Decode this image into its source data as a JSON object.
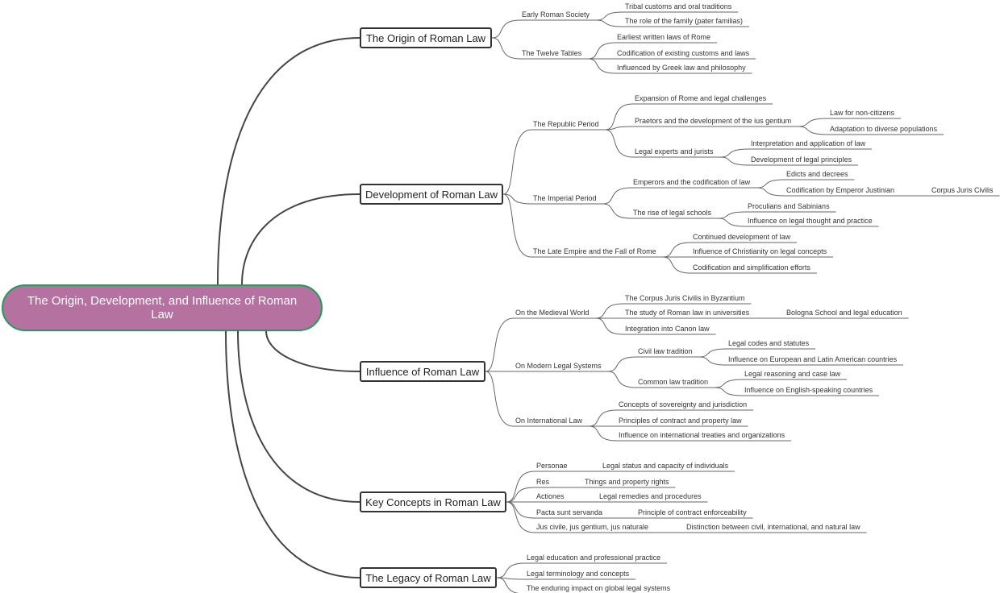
{
  "root": {
    "label": "The Origin, Development, and Influence of Roman Law"
  },
  "main": [
    {
      "label": "The Origin of Roman Law"
    },
    {
      "label": "Development of Roman Law"
    },
    {
      "label": "Influence of Roman Law"
    },
    {
      "label": "Key Concepts in Roman Law"
    },
    {
      "label": "The Legacy of Roman Law"
    }
  ],
  "origin": {
    "early": {
      "label": "Early Roman Society",
      "items": [
        "Tribal customs and oral traditions",
        "The role of the family (pater familias)"
      ]
    },
    "tables": {
      "label": "The Twelve Tables",
      "items": [
        "Earliest written laws of Rome",
        "Codification of existing customs and laws",
        "Influenced by Greek law and philosophy"
      ]
    }
  },
  "development": {
    "republic": {
      "label": "The Republic Period",
      "expansion": "Expansion of Rome and legal challenges",
      "praetors": {
        "label": "Praetors and the development of the ius gentium",
        "items": [
          "Law for non-citizens",
          "Adaptation to diverse populations"
        ]
      },
      "experts": {
        "label": "Legal experts and jurists",
        "items": [
          "Interpretation and application of law",
          "Development of legal principles"
        ]
      }
    },
    "imperial": {
      "label": "The Imperial Period",
      "emperors": {
        "label": "Emperors and the codification of law",
        "edicts": "Edicts and decrees",
        "justinian": "Codification by Emperor Justinian",
        "corpus": "Corpus Juris Civilis"
      },
      "schools": {
        "label": "The rise of legal schools",
        "items": [
          "Proculians and Sabinians",
          "Influence on legal thought and practice"
        ]
      }
    },
    "late": {
      "label": "The Late Empire and the Fall of Rome",
      "items": [
        "Continued development of law",
        "Influence of Christianity on legal concepts",
        "Codification and simplification efforts"
      ]
    }
  },
  "influence": {
    "medieval": {
      "label": "On the Medieval World",
      "byzantium": "The Corpus Juris Civilis in Byzantium",
      "universities": "The study of Roman law in universities",
      "bologna": "Bologna School and legal education",
      "canon": "Integration into Canon law"
    },
    "modern": {
      "label": "On Modern Legal Systems",
      "civil": {
        "label": "Civil law tradition",
        "items": [
          "Legal codes and statutes",
          "Influence on European and Latin American countries"
        ]
      },
      "common": {
        "label": "Common law tradition",
        "items": [
          "Legal reasoning and case law",
          "Influence on English-speaking countries"
        ]
      }
    },
    "international": {
      "label": "On International Law",
      "items": [
        "Concepts of sovereignty and jurisdiction",
        "Principles of contract and property law",
        "Influence on international treaties and organizations"
      ]
    }
  },
  "concepts": [
    {
      "term": "Personae",
      "desc": "Legal status and capacity of individuals"
    },
    {
      "term": "Res",
      "desc": "Things and property rights"
    },
    {
      "term": "Actiones",
      "desc": "Legal remedies and procedures"
    },
    {
      "term": "Pacta sunt servanda",
      "desc": "Principle of contract enforceability"
    },
    {
      "term": "Jus civile, jus gentium, jus naturale",
      "desc": "Distinction between civil, international, and natural law"
    }
  ],
  "legacy": {
    "items": [
      "Legal education and professional practice",
      "Legal terminology and concepts",
      "The enduring impact on global legal systems"
    ]
  }
}
